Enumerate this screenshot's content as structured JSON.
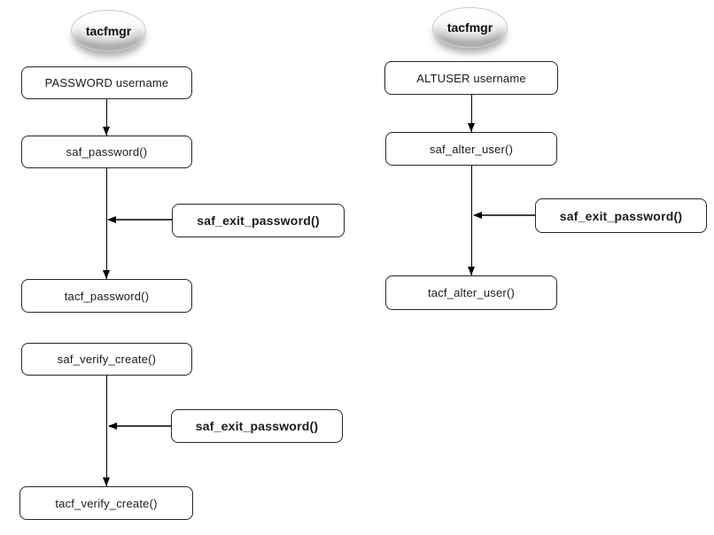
{
  "left_flow": {
    "source_label": "tacfmgr",
    "command_box": "PASSWORD username",
    "saf_box": "saf_password()",
    "exit_box_1": "saf_exit_password()",
    "tacf_box": "tacf_password()",
    "verify_box": "saf_verify_create()",
    "exit_box_2": "saf_exit_password()",
    "tacf_verify_box": "tacf_verify_create()"
  },
  "right_flow": {
    "source_label": "tacfmgr",
    "command_box": "ALTUSER username",
    "saf_box": "saf_alter_user()",
    "exit_box": "saf_exit_password()",
    "tacf_box": "tacf_alter_user()"
  },
  "colors": {
    "box_border": "#262626",
    "box_fill": "#ffffff",
    "arrow": "#000000",
    "connector": "#3f3f3f",
    "text": "#1a1a1a"
  }
}
